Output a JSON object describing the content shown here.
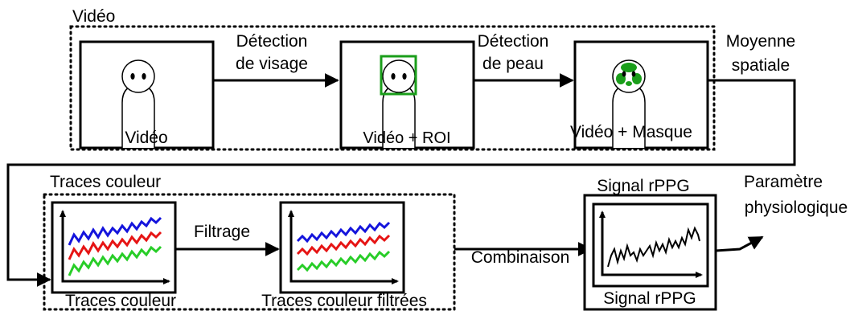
{
  "stage1": {
    "group_label": "Vidéo",
    "video_label": "Vidéo",
    "arrow1_line1": "Détection",
    "arrow1_line2": "de visage",
    "roi_label": "Vidéo + ROI",
    "arrow2_line1": "Détection",
    "arrow2_line2": "de peau",
    "mask_label": "Vidéo + Masque",
    "mean_line1": "Moyenne",
    "mean_line2": "spatiale"
  },
  "stage2": {
    "group_label": "Traces couleur",
    "traces_label": "Traces couleur",
    "filter_arrow_label": "Filtrage",
    "filtered_label": "Traces couleur filtrées",
    "combine_arrow_label": "Combinaison"
  },
  "stage3": {
    "signal_top_label": "Signal rPPG",
    "signal_bottom_label": "Signal rPPG",
    "output_line1": "Paramètre",
    "output_line2": "physiologique"
  },
  "colors": {
    "roi_green": "#1a9e1a",
    "trace_blue": "#1414dc",
    "trace_red": "#e61414",
    "trace_green": "#28cd28",
    "signal": "#000000"
  }
}
